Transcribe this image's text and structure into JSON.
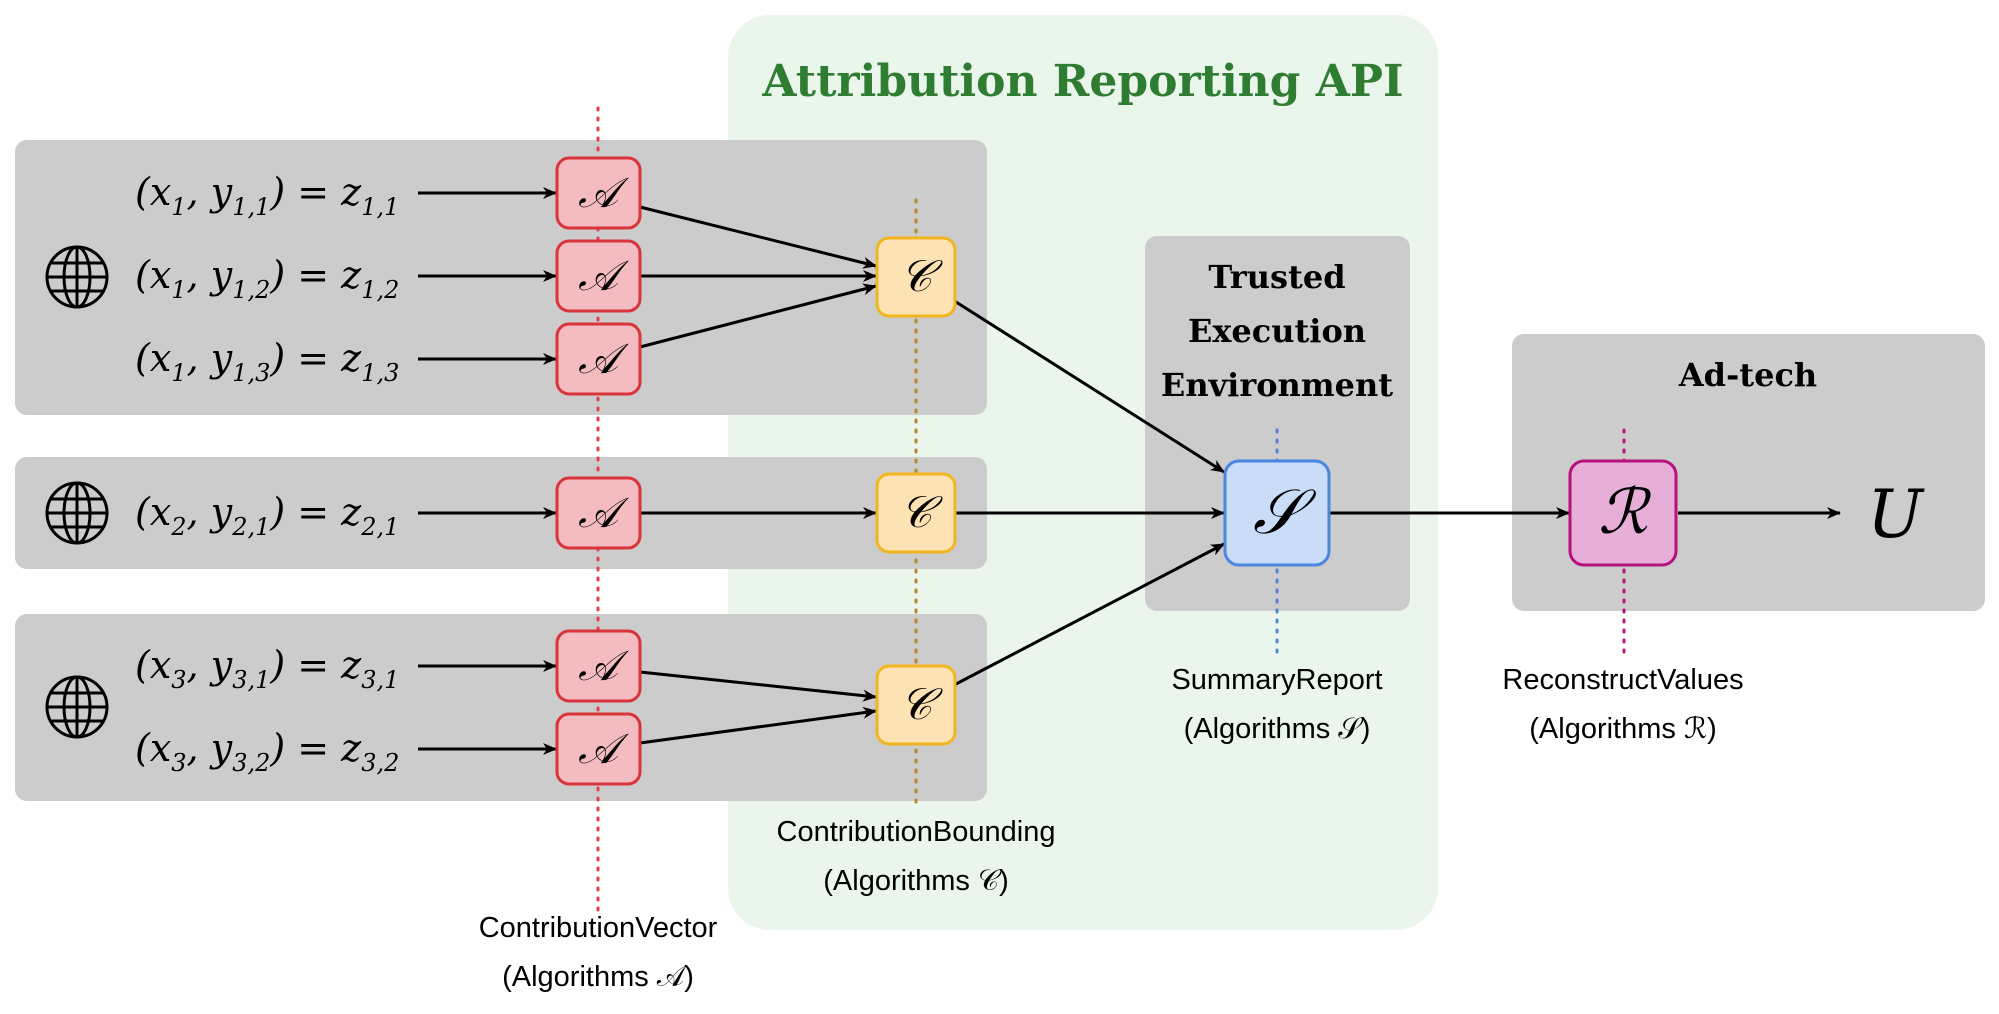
{
  "api_title": "Attribution Reporting API",
  "tee_title": [
    "Trusted",
    "Execution",
    "Environment"
  ],
  "adtech_title": "Ad-tech",
  "sources": [
    {
      "rows": [
        {
          "x": "1",
          "y": "1,1",
          "z": "1,1"
        },
        {
          "x": "1",
          "y": "1,2",
          "z": "1,2"
        },
        {
          "x": "1",
          "y": "1,3",
          "z": "1,3"
        }
      ]
    },
    {
      "rows": [
        {
          "x": "2",
          "y": "2,1",
          "z": "2,1"
        }
      ]
    },
    {
      "rows": [
        {
          "x": "3",
          "y": "3,1",
          "z": "3,1"
        },
        {
          "x": "3",
          "y": "3,2",
          "z": "3,2"
        }
      ]
    }
  ],
  "symbols": {
    "A": "𝒜",
    "C": "𝒞",
    "S": "𝒮",
    "R": "ℛ",
    "U": "U"
  },
  "labels": {
    "contribution_vector": [
      "ContributionVector",
      "(Algorithms 𝒜)"
    ],
    "contribution_bounding": [
      "ContributionBounding",
      "(Algorithms 𝒞)"
    ],
    "summary_report": [
      "SummaryReport",
      "(Algorithms 𝒮)"
    ],
    "reconstruct_values": [
      "ReconstructValues",
      "(Algorithms ℛ)"
    ]
  },
  "colors": {
    "api_bg": "#eaf5ec",
    "api_title": "#2e7d32",
    "panel_bg": "#cccccc",
    "a_fill": "#f4bcc0",
    "a_stroke": "#d9343a",
    "a_dots": "#e0404a",
    "c_fill": "#fde3b4",
    "c_stroke": "#f2b51e",
    "c_dots": "#b8862c",
    "s_fill": "#c9dcf8",
    "s_stroke": "#4a85e0",
    "s_dots": "#4a85e0",
    "r_fill": "#e7aed8",
    "r_stroke": "#b5127e",
    "r_dots": "#b5127e"
  }
}
